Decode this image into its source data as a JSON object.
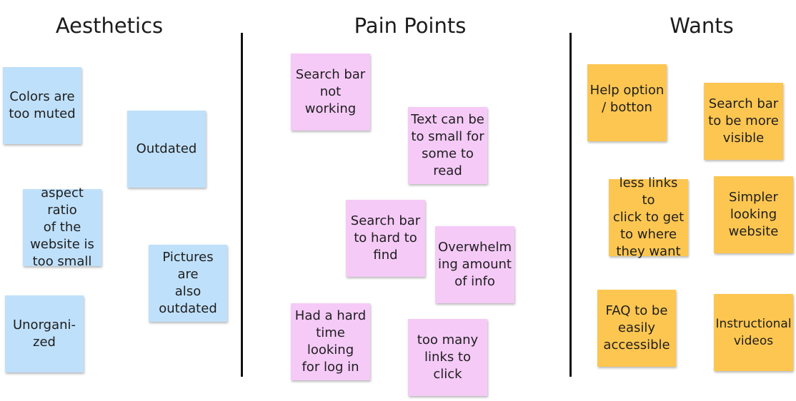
{
  "colors": {
    "blue": "#bfe0fa",
    "pink": "#f5caf7",
    "yellow": "#fdc651",
    "divider": "#111111"
  },
  "columns": {
    "aesthetics": {
      "title": "Aesthetics",
      "notes": [
        "Colors are\ntoo muted",
        "Outdated",
        "aspect ratio\nof the\nwebsite is\ntoo small",
        "Pictures are\nalso\noutdated",
        "Unorgani-\nzed"
      ]
    },
    "pain_points": {
      "title": "Pain Points",
      "notes": [
        "Search bar\nnot working",
        "Text can be\nto small for\nsome to\nread",
        "Search bar\nto hard to\nfind",
        "Overwhelm\ning amount\nof info",
        "Had a hard\ntime looking\nfor log in",
        "too many\nlinks to click"
      ]
    },
    "wants": {
      "title": "Wants",
      "notes": [
        "Help option\n/ botton",
        "Search bar\nto be more\nvisible",
        "less links to\nclick to get\nto where\nthey want",
        "Simpler\nlooking\nwebsite",
        "FAQ to be\neasily\naccessible",
        "Instructional\nvideos"
      ]
    }
  }
}
